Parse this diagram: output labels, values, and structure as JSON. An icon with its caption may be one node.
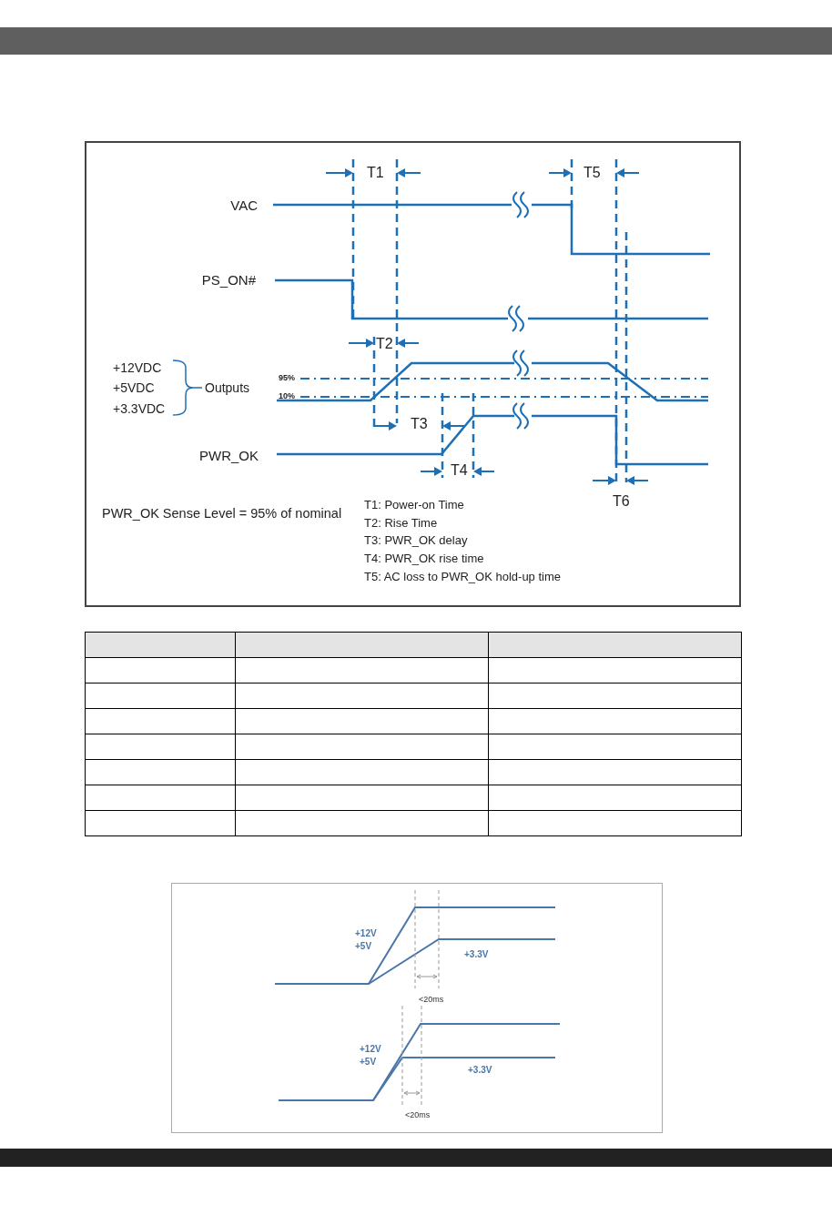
{
  "diagram": {
    "labels": [
      "T1",
      "T5",
      "VAC",
      "PS_ON#",
      "T2",
      "+12VDC",
      "+5VDC",
      "+3.3VDC",
      "Outputs",
      "95%",
      "10%",
      "T3",
      "PWR_OK",
      "T4",
      "T6",
      "PWR_OK Sense Level = 95% of nominal",
      "T1: Power-on Time",
      "T2: Rise Time",
      "T3: PWR_OK delay",
      "T4: PWR_OK rise time",
      "T5: AC loss to PWR_OK hold-up time",
      "+12V",
      "+5V",
      "+3.3V",
      "<20ms",
      "+12V",
      "+5V",
      "+3.3V",
      "<20ms"
    ]
  }
}
